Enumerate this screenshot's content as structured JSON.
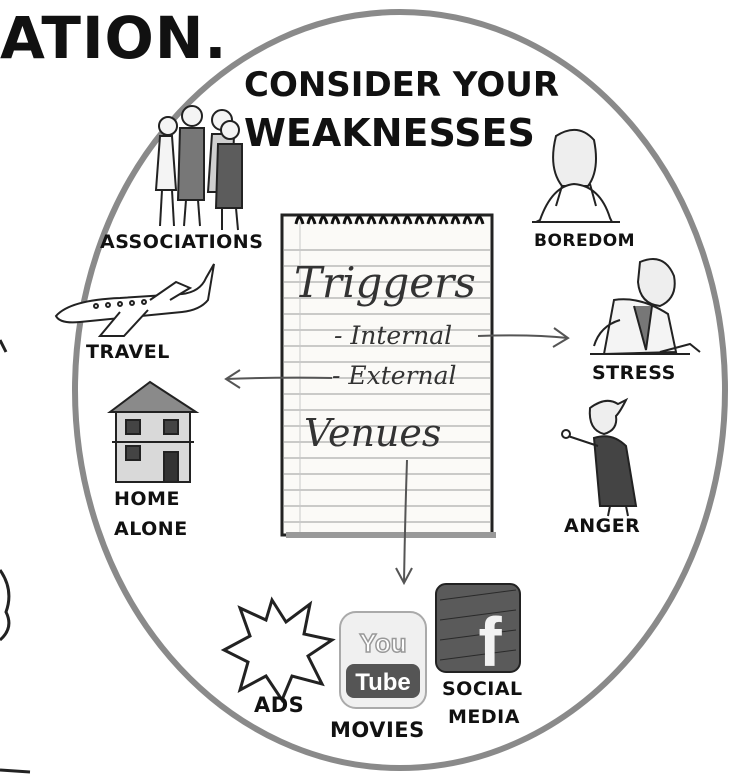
{
  "partial_title": "ATION.",
  "heading": {
    "line1": "CONSIDER YOUR",
    "line2": "WEAKNESSES"
  },
  "notepad": {
    "title": "Triggers",
    "item1": "- Internal",
    "item2": "- External",
    "subtitle": "Venues"
  },
  "labels": {
    "associations": "ASSOCIATIONS",
    "travel": "TRAVEL",
    "home_alone_1": "HOME",
    "home_alone_2": "ALONE",
    "boredom": "BOREDOM",
    "stress": "STRESS",
    "anger": "ANGER",
    "ads": "ADS",
    "movies": "MOVIES",
    "social_media_1": "SOCIAL",
    "social_media_2": "MEDIA"
  },
  "logos": {
    "youtube_top": "You",
    "youtube_bottom": "Tube",
    "facebook": "f"
  },
  "colors": {
    "ink": "#111111",
    "circle": "#8a8a8a",
    "paper": "#fbfaf7",
    "ruling": "#b9b9b9"
  }
}
